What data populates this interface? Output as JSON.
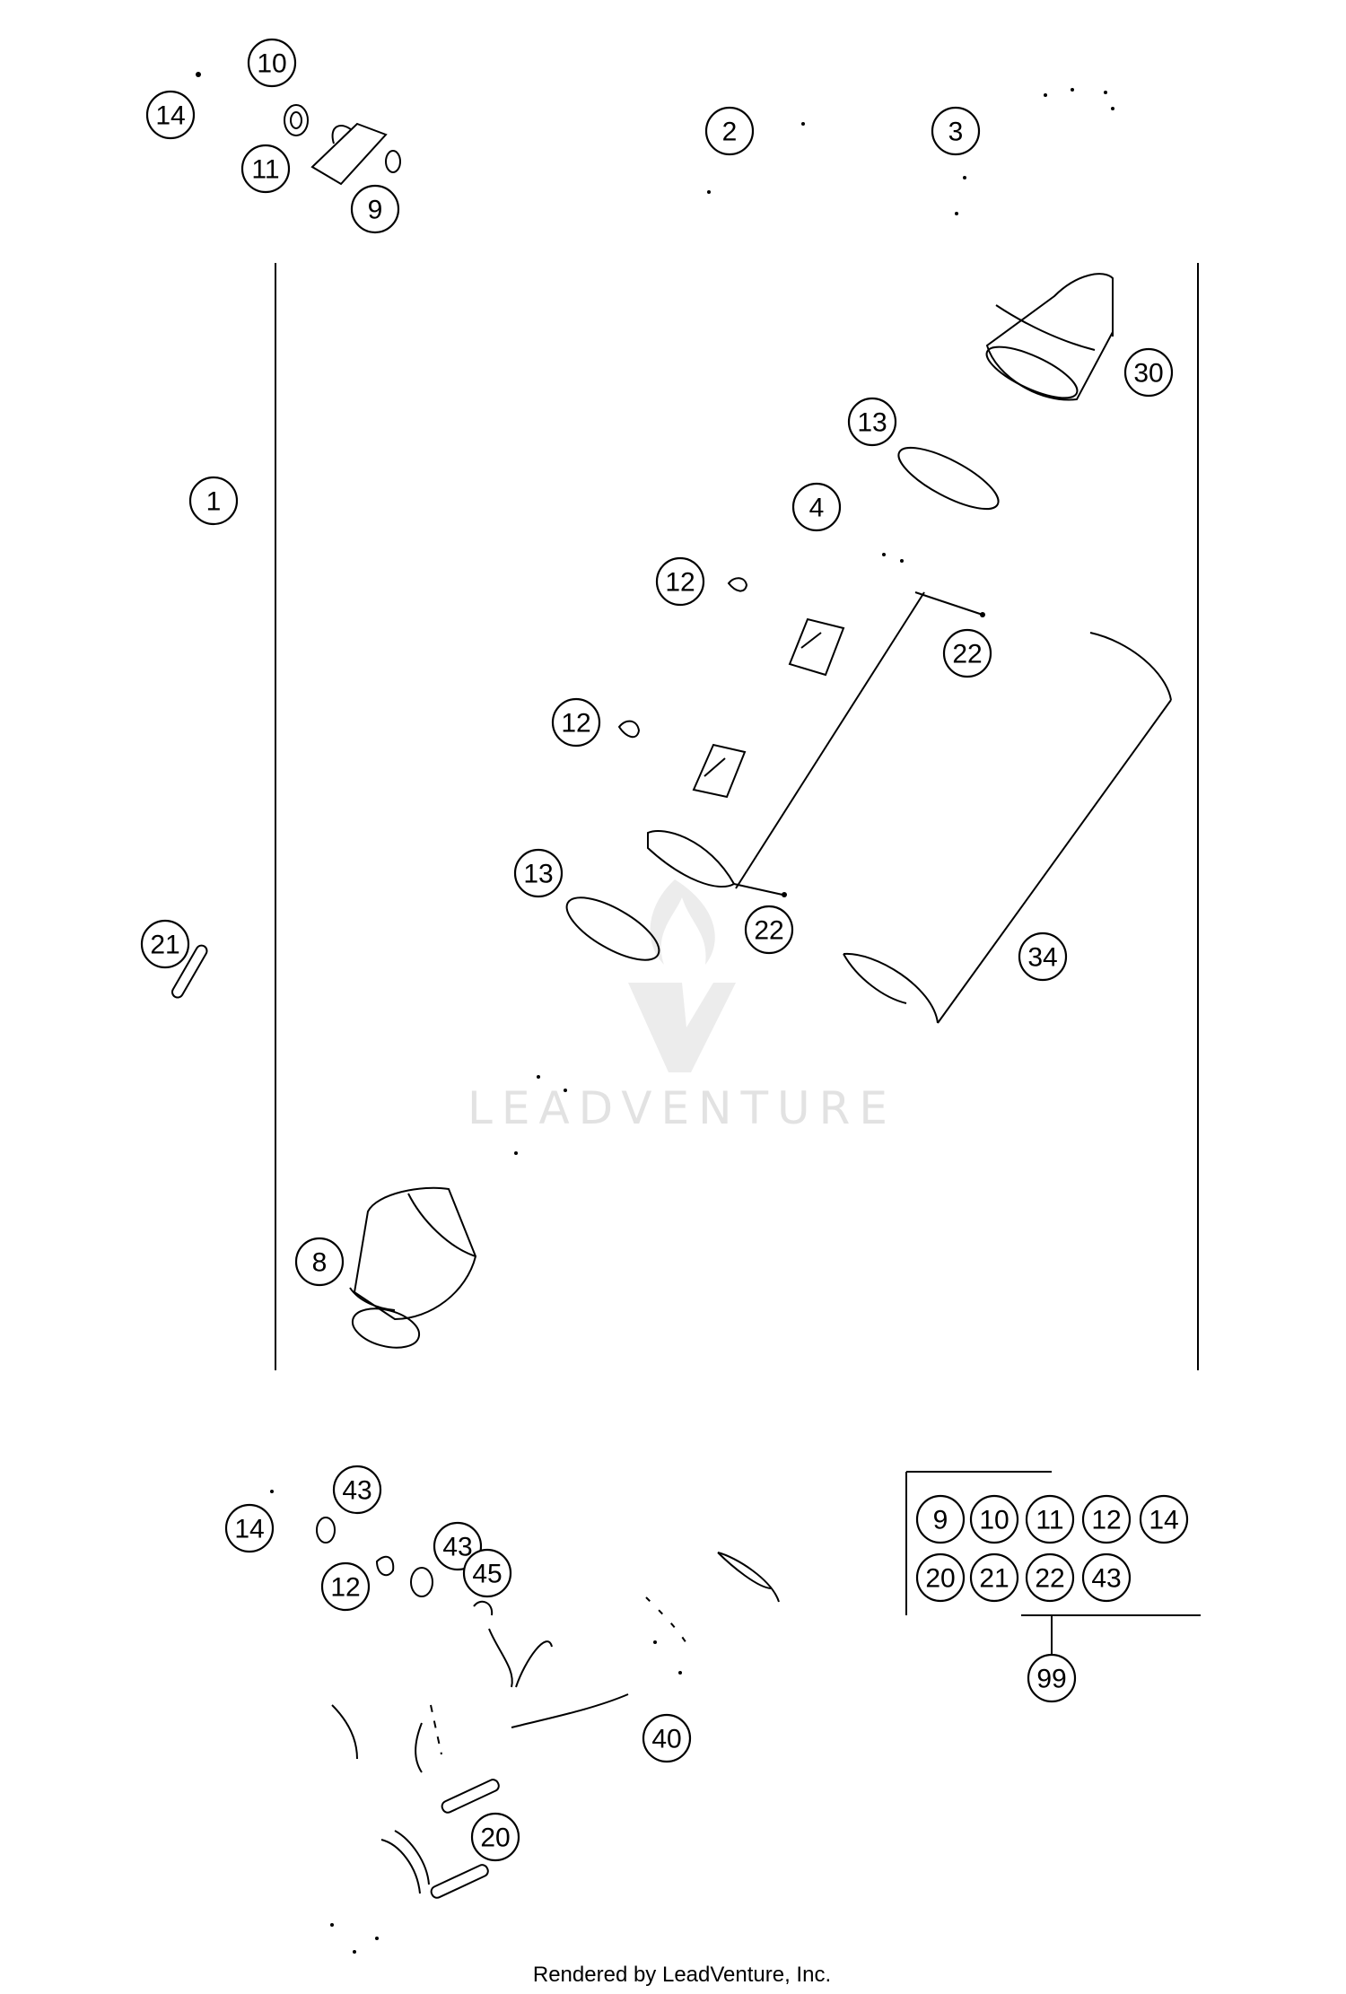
{
  "callouts": [
    {
      "label": "10"
    },
    {
      "label": "14"
    },
    {
      "label": "11"
    },
    {
      "label": "9"
    },
    {
      "label": "2"
    },
    {
      "label": "3"
    },
    {
      "label": "30"
    },
    {
      "label": "1"
    },
    {
      "label": "13"
    },
    {
      "label": "4"
    },
    {
      "label": "12"
    },
    {
      "label": "22"
    },
    {
      "label": "12"
    },
    {
      "label": "13"
    },
    {
      "label": "22"
    },
    {
      "label": "21"
    },
    {
      "label": "34"
    },
    {
      "label": "8"
    },
    {
      "label": "43"
    },
    {
      "label": "14"
    },
    {
      "label": "43"
    },
    {
      "label": "12"
    },
    {
      "label": "45"
    },
    {
      "label": "40"
    },
    {
      "label": "20"
    },
    {
      "label": "9"
    },
    {
      "label": "10"
    },
    {
      "label": "11"
    },
    {
      "label": "12"
    },
    {
      "label": "14"
    },
    {
      "label": "20"
    },
    {
      "label": "21"
    },
    {
      "label": "22"
    },
    {
      "label": "43"
    },
    {
      "label": "99"
    }
  ],
  "watermark": "LEADVENTURE",
  "footer": "Rendered by LeadVenture, Inc."
}
